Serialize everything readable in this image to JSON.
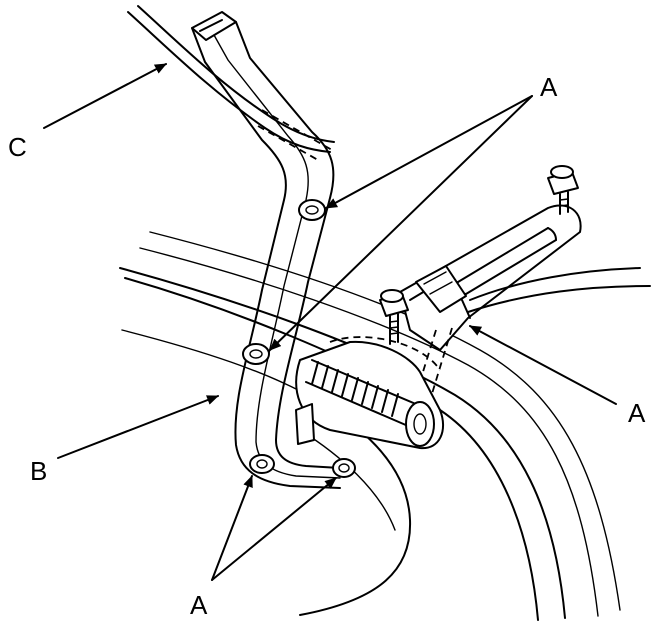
{
  "callouts": {
    "a_top": "A",
    "a_right": "A",
    "a_bottom": "A",
    "b": "B",
    "c": "C"
  }
}
